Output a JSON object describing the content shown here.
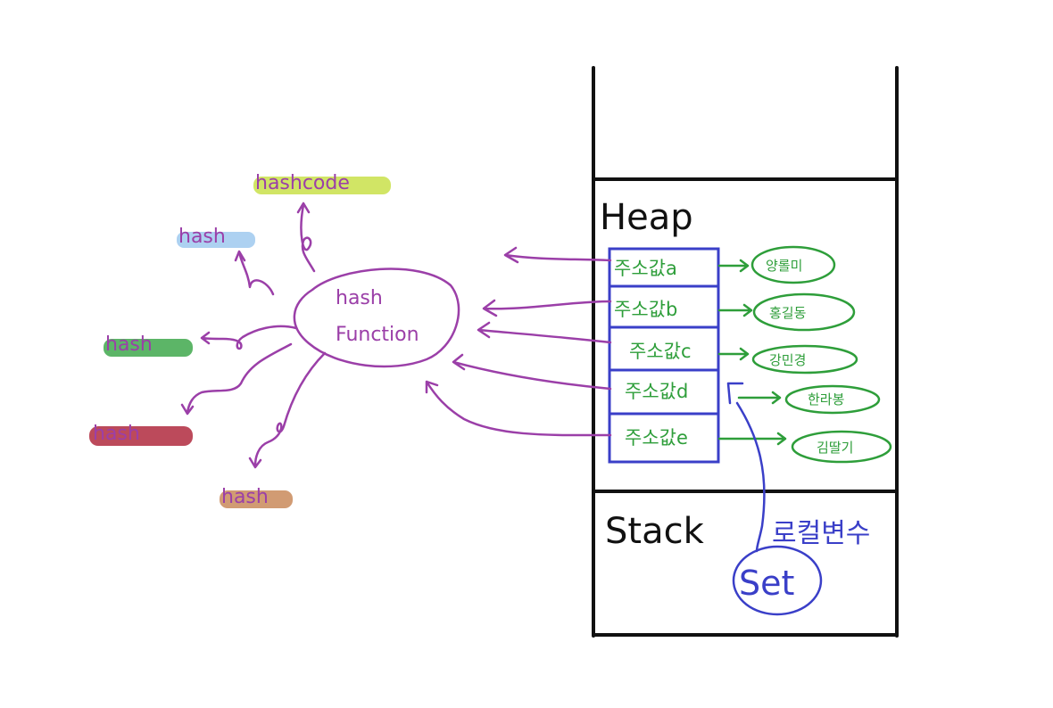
{
  "colors": {
    "purple": "#9b3fa8",
    "green": "#2e9e3a",
    "blue": "#3a3fc8",
    "black": "#111111"
  },
  "memory": {
    "heap_label": "Heap",
    "stack_label": "Stack",
    "local_variable_label": "로컬변수",
    "set_label": "Set",
    "addresses": [
      "주소값a",
      "주소값b",
      "주소값c",
      "주소값d",
      "주소값e"
    ],
    "values": [
      "양롤미",
      "홍길동",
      "강민경",
      "한라봉",
      "김딸기"
    ]
  },
  "hash_function": {
    "line1": "hash",
    "line2": "Function"
  },
  "outputs": [
    {
      "label": "hashcode",
      "highlight": "#c9e04a"
    },
    {
      "label": "hash",
      "highlight": "#9fc9ee"
    },
    {
      "label": "hash",
      "highlight": "#3fa84c"
    },
    {
      "label": "hash",
      "highlight": "#b02a3e"
    },
    {
      "label": "hash",
      "highlight": "#c98a5a"
    }
  ]
}
